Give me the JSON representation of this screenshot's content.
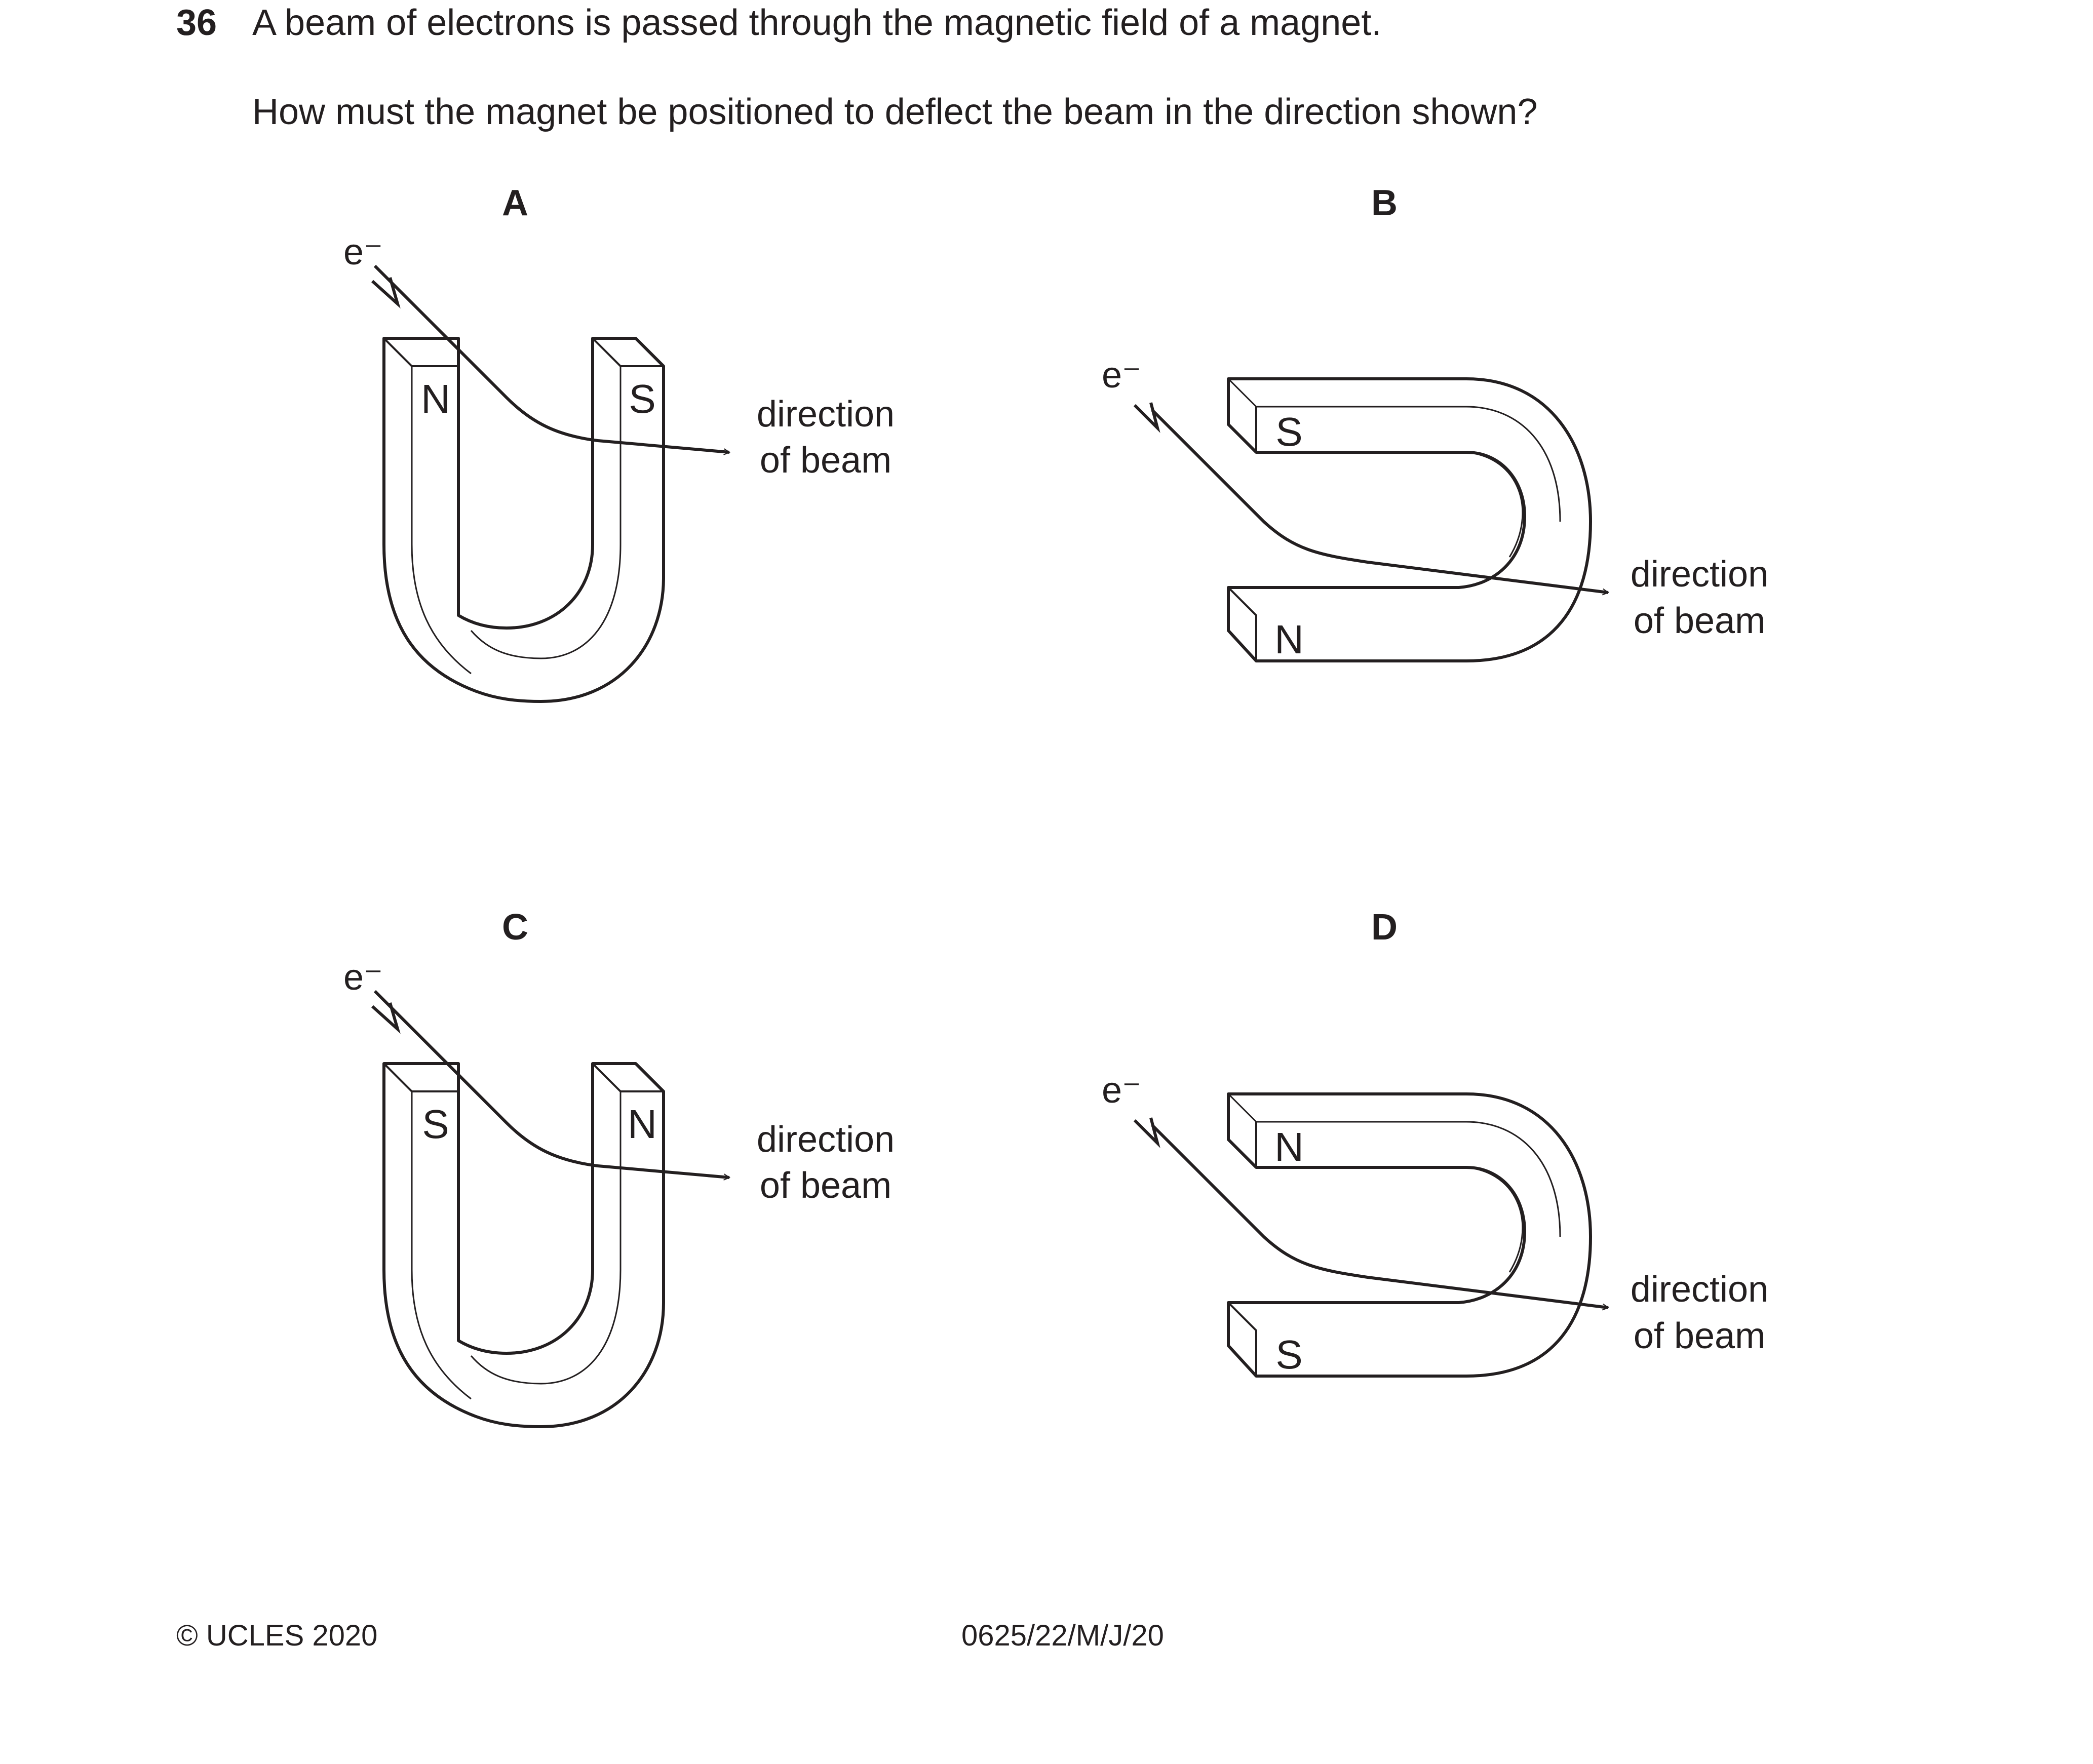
{
  "question": {
    "number": "36",
    "text": "A beam of electrons is passed through the magnetic field of a magnet.",
    "ask": "How must the magnet be positioned to deflect the beam in the direction shown?"
  },
  "options": [
    {
      "letter": "A",
      "orientation": "vertical",
      "pole_left": "N",
      "pole_right": "S",
      "electron": "e⁻",
      "beam_label_1": "direction",
      "beam_label_2": "of beam"
    },
    {
      "letter": "B",
      "orientation": "horizontal",
      "pole_top": "S",
      "pole_bottom": "N",
      "electron": "e⁻",
      "beam_label_1": "direction",
      "beam_label_2": "of beam"
    },
    {
      "letter": "C",
      "orientation": "vertical",
      "pole_left": "S",
      "pole_right": "N",
      "electron": "e⁻",
      "beam_label_1": "direction",
      "beam_label_2": "of beam"
    },
    {
      "letter": "D",
      "orientation": "horizontal",
      "pole_top": "N",
      "pole_bottom": "S",
      "electron": "e⁻",
      "beam_label_1": "direction",
      "beam_label_2": "of beam"
    }
  ],
  "footer": {
    "copyright": "© UCLES 2020",
    "code": "0625/22/M/J/20"
  }
}
